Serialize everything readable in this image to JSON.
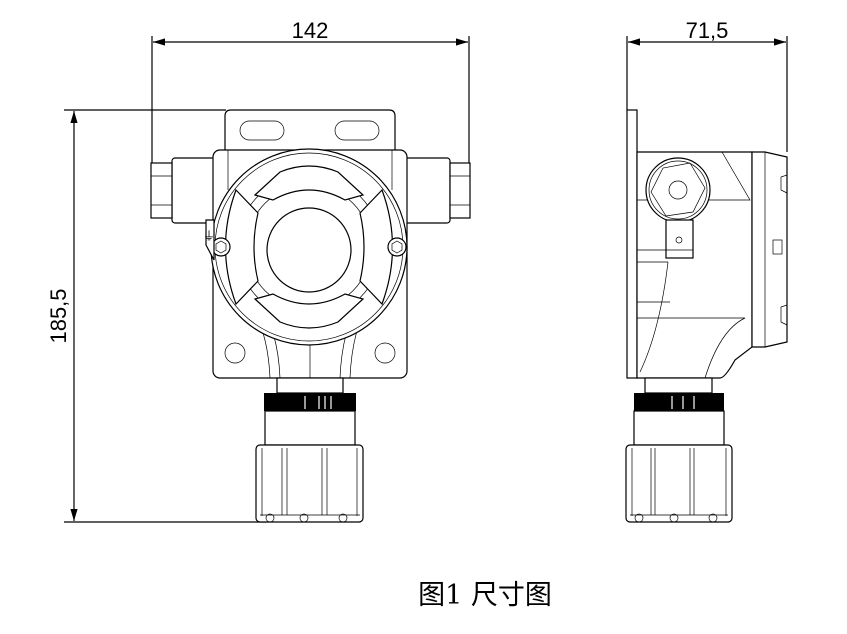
{
  "dimensions": {
    "width_front": "142",
    "depth_side": "71,5",
    "height": "185,5"
  },
  "caption": "图1 尺寸图"
}
